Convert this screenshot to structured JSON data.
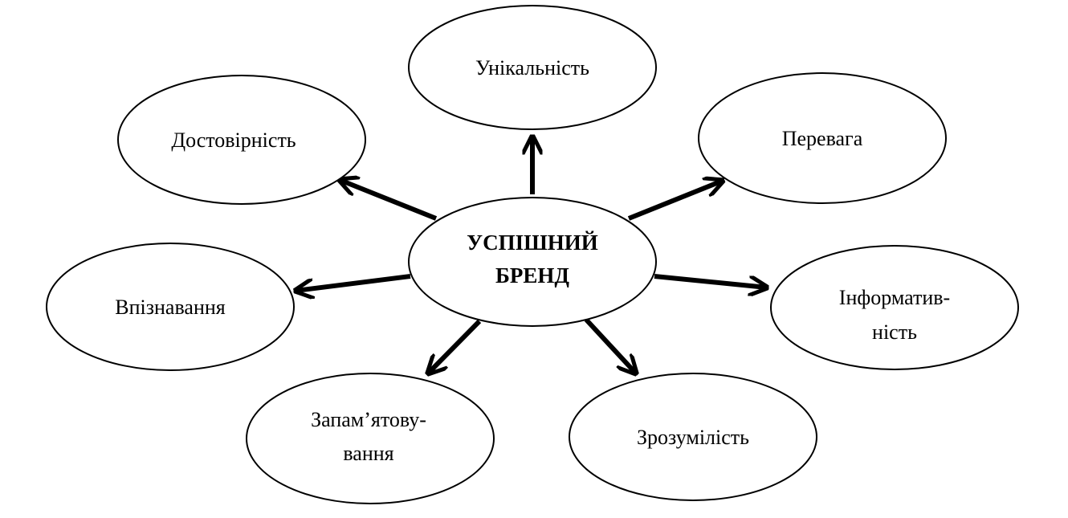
{
  "diagram": {
    "center": {
      "lines": [
        "УСПІШНИЙ",
        "БРЕНД"
      ]
    },
    "nodes": [
      {
        "id": "unikalnist",
        "lines": [
          "Унікальність"
        ]
      },
      {
        "id": "perevaha",
        "lines": [
          "Перевага"
        ]
      },
      {
        "id": "informatyvnist",
        "lines": [
          "Інформатив-",
          "ність"
        ]
      },
      {
        "id": "zrozumilist",
        "lines": [
          "Зрозумілість"
        ]
      },
      {
        "id": "zapamiatovuvannia",
        "lines": [
          "Запам’ятову-",
          "вання"
        ]
      },
      {
        "id": "vpiznavannia",
        "lines": [
          "Впізнавання"
        ]
      },
      {
        "id": "dostovirnist",
        "lines": [
          "Достовірність"
        ]
      }
    ]
  }
}
